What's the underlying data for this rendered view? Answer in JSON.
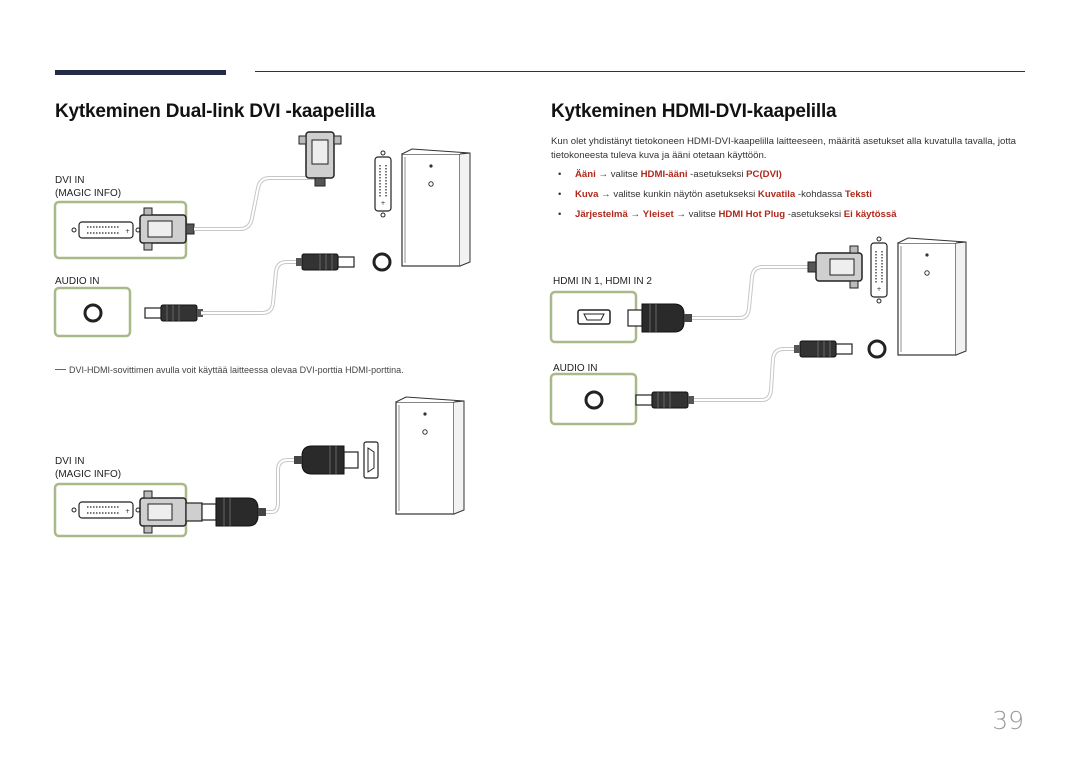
{
  "page": {
    "number": "39"
  },
  "left": {
    "title": "Kytkeminen Dual-link DVI -kaapelilla",
    "dvi_label_line1": "DVI IN",
    "dvi_label_line2": "(MAGIC INFO)",
    "audio_label": "AUDIO IN",
    "note": "DVI-HDMI-sovittimen avulla voit käyttää laitteessa olevaa DVI-porttia HDMI-porttina.",
    "second_dvi_label_line1": "DVI IN",
    "second_dvi_label_line2": "(MAGIC INFO)"
  },
  "right": {
    "title": "Kytkeminen HDMI-DVI-kaapelilla",
    "intro": "Kun olet yhdistänyt tietokoneen HDMI-DVI-kaapelilla laitteeseen, määritä asetukset alla kuvatulla tavalla, jotta tietokoneesta tuleva kuva ja ääni otetaan käyttöön.",
    "steps": [
      {
        "bullet": "•",
        "a": "Ääni",
        "b": " → valitse ",
        "c": "HDMI-ääni",
        "d": " -asetukseksi ",
        "e": "PC(DVI)",
        "f": "",
        "g": ""
      },
      {
        "bullet": "•",
        "a": "Kuva",
        "b": " → valitse kunkin näytön asetukseksi ",
        "c": "Kuvatila",
        "d": " -kohdassa ",
        "e": "Teksti",
        "f": "",
        "g": ""
      },
      {
        "bullet": "•",
        "a": "Järjestelmä",
        "b": " → ",
        "c": "Yleiset",
        "d": " → valitse ",
        "e": "HDMI Hot Plug",
        "f": " -asetukseksi ",
        "g": "Ei käytössä"
      }
    ],
    "hdmi_label": "HDMI IN 1,  HDMI IN 2",
    "audio_label": "AUDIO IN"
  },
  "colors": {
    "accent_bar": "#242b47",
    "highlight": "#b0281c",
    "port_frame": "#a9b98a"
  }
}
